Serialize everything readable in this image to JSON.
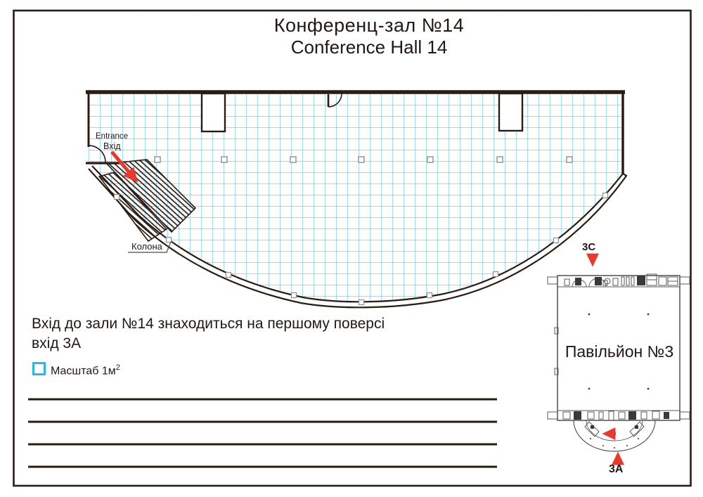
{
  "title": {
    "line1": "Конференц-зал №14",
    "line2": "Conference Hall 14"
  },
  "plan": {
    "entrance_label_en": "Entrance",
    "entrance_label_uk": "Вхід",
    "column_label": "Колона"
  },
  "note": {
    "line1": "Вхід до зали №14 знаходиться на першому поверсі",
    "line2": "вхід 3А"
  },
  "legend": {
    "scale_label": "Масштаб 1м",
    "scale_sup": "2"
  },
  "minimap": {
    "pavilion_label": "Павільйон №3",
    "entrance_top": "3C",
    "entrance_bottom": "3А"
  },
  "colors": {
    "wall": "#2b1c12",
    "grid": "#5ec7f0",
    "accent": "#e8392c",
    "legend_box": "#29b7e8"
  }
}
